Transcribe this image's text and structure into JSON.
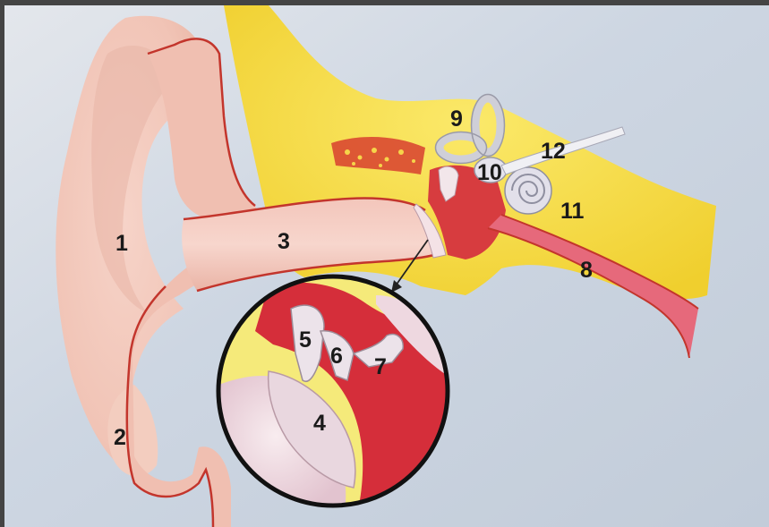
{
  "diagram": {
    "labels": [
      {
        "id": "outer-ear",
        "text": "1"
      },
      {
        "id": "earlobe",
        "text": "2"
      },
      {
        "id": "ear-canal",
        "text": "3"
      },
      {
        "id": "eardrum",
        "text": "4"
      },
      {
        "id": "malleus",
        "text": "5"
      },
      {
        "id": "incus",
        "text": "6"
      },
      {
        "id": "stapes",
        "text": "7"
      },
      {
        "id": "eustachian-tube",
        "text": "8"
      },
      {
        "id": "semicircular-canals",
        "text": "9"
      },
      {
        "id": "vestibule",
        "text": "10"
      },
      {
        "id": "cochlea",
        "text": "11"
      },
      {
        "id": "nerve",
        "text": "12"
      }
    ]
  }
}
